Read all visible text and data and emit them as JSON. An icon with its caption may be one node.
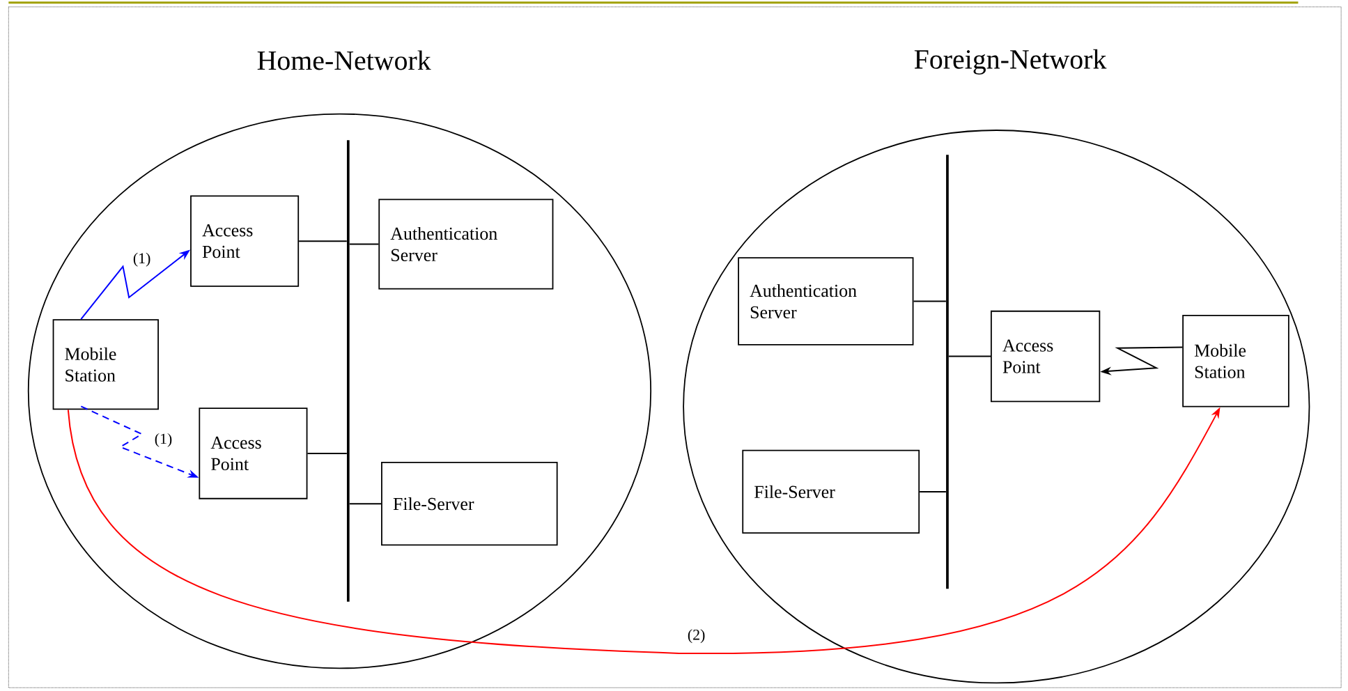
{
  "diagram": {
    "nodes": [
      {
        "text": [
          "Home-Network"
        ]
      },
      {
        "text": [
          "Access Point"
        ],
        "in": 0
      },
      {
        "text": [
          "Authentication Server"
        ],
        "in": 0
      },
      {
        "text": [
          "Mobile Station"
        ],
        "in": 0
      },
      {
        "text": [
          "Access Point"
        ],
        "in": 0
      },
      {
        "text": [
          "File-Server"
        ],
        "in": 0
      },
      {
        "text": [],
        "shape": "bar",
        "in": 0
      },
      {
        "text": [
          "Foreign-Network"
        ]
      },
      {
        "text": [
          "Authentication Server"
        ],
        "in": 7
      },
      {
        "text": [
          "Access Point"
        ],
        "in": 7
      },
      {
        "text": [
          "Mobile Station"
        ],
        "in": 7
      },
      {
        "text": [
          "File-Server"
        ],
        "in": 7
      },
      {
        "text": [],
        "shape": "bar",
        "in": 7
      }
    ],
    "edges": [
      {
        "from": 3,
        "to": 1,
        "arrow": "to",
        "label": "(1)",
        "color": "#0000ff"
      },
      {
        "from": 3,
        "to": 4,
        "arrow": "to",
        "label": "(1)",
        "style": "dashed",
        "color": "#0000ff"
      },
      {
        "from": 3,
        "to": 10,
        "arrow": "to",
        "label": "(2)",
        "color": "#ff0000"
      },
      {
        "from": 10,
        "to": 9,
        "arrow": "to"
      },
      {
        "from": 1,
        "to": 6,
        "arrow": "none"
      },
      {
        "from": 2,
        "to": 6,
        "arrow": "none"
      },
      {
        "from": 4,
        "to": 6,
        "arrow": "none"
      },
      {
        "from": 5,
        "to": 6,
        "arrow": "none"
      },
      {
        "from": 8,
        "to": 12,
        "arrow": "none"
      },
      {
        "from": 9,
        "to": 12,
        "arrow": "none"
      },
      {
        "from": 11,
        "to": 12,
        "arrow": "none"
      }
    ]
  }
}
